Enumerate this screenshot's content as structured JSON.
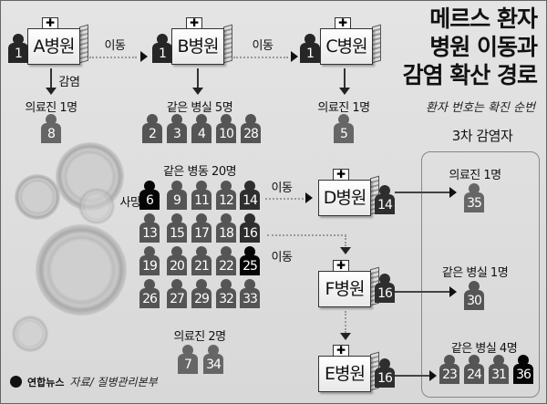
{
  "title": {
    "line1": "메르스 환자",
    "line2": "병원 이동과",
    "line3": "감염 확산 경로"
  },
  "subtitle": "환자 번호는 확진 순번",
  "third_label": "3차 감염자",
  "move_label": "이동",
  "infect_label": "감염",
  "death_label": "사망",
  "hospitals": {
    "A": "A병원",
    "B": "B병원",
    "C": "C병원",
    "D": "D병원",
    "F": "F병원",
    "E": "E병원"
  },
  "cross": "✚",
  "groups": {
    "a_staff": "의료진 1명",
    "b_room": "같은 병실 5명",
    "c_staff": "의료진 1명",
    "ward": "같은 병동 20명",
    "b_staff": "의료진 2명",
    "d_staff": "의료진 1명",
    "f_room": "같은 병실 1명",
    "e_room": "같은 병실 4명"
  },
  "colors": {
    "index": "#262626",
    "carrier": "#2e2e2e",
    "dead": "#050505",
    "infected": "#555555",
    "staff": "#666666"
  },
  "patients": {
    "index": "1",
    "a": [
      "8"
    ],
    "b": [
      "2",
      "3",
      "4",
      "10",
      "28"
    ],
    "c": [
      "5"
    ],
    "ward": [
      [
        "6",
        "9",
        "11",
        "12",
        "14"
      ],
      [
        "13",
        "15",
        "17",
        "18",
        "16"
      ],
      [
        "19",
        "20",
        "21",
        "22",
        "25"
      ],
      [
        "26",
        "27",
        "29",
        "32",
        "33"
      ]
    ],
    "b_staff": [
      "7",
      "34"
    ],
    "d_carrier": "14",
    "f_carrier": "16",
    "e_carrier": "16",
    "d": [
      "35"
    ],
    "f": [
      "30"
    ],
    "e": [
      "23",
      "24",
      "31",
      "36"
    ]
  },
  "dead": [
    "6",
    "25",
    "36"
  ],
  "carriers": [
    "14",
    "16"
  ],
  "footer": {
    "logo": "연합뉴스",
    "source": "자료/ 질병관리본부"
  }
}
